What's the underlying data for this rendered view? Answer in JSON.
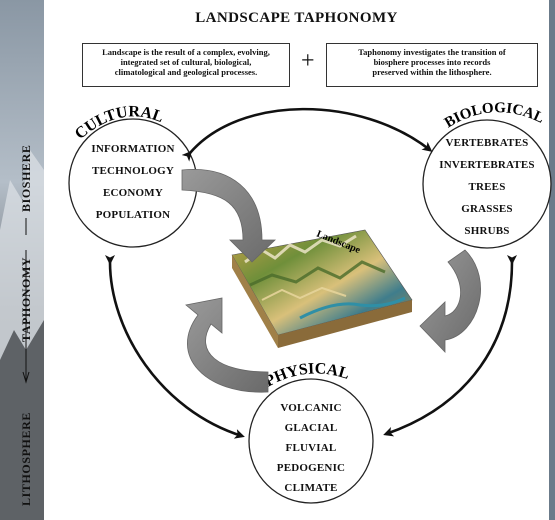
{
  "title": "LANDSCAPE TAPHONOMY",
  "definitions": {
    "landscape_line1": "Landscape is the result of a complex, evolving,",
    "landscape_line2": "integrated set of cultural, biological,",
    "landscape_line3": "climatological and geological processes.",
    "operator": "+",
    "taphonomy_line1": "Taphonomy investigates the transition of",
    "taphonomy_line2": "biosphere processes into records",
    "taphonomy_line3": "preserved within the lithosphere."
  },
  "cultural": {
    "heading": "CULTURAL",
    "items": [
      "INFORMATION",
      "TECHNOLOGY",
      "ECONOMY",
      "POPULATION"
    ]
  },
  "biological": {
    "heading": "BIOLOGICAL",
    "items": [
      "VERTEBRATES",
      "INVERTEBRATES",
      "TREES",
      "GRASSES",
      "SHRUBS"
    ]
  },
  "physical": {
    "heading": "PHYSICAL",
    "items": [
      "VOLCANIC",
      "GLACIAL",
      "FLUVIAL",
      "PEDOGENIC",
      "CLIMATE"
    ]
  },
  "landscape_label": "Landscape",
  "axis": {
    "top": "BIOSHERE",
    "middle": "TAPHONOMY",
    "bottom": "LITHOSPHERE"
  }
}
